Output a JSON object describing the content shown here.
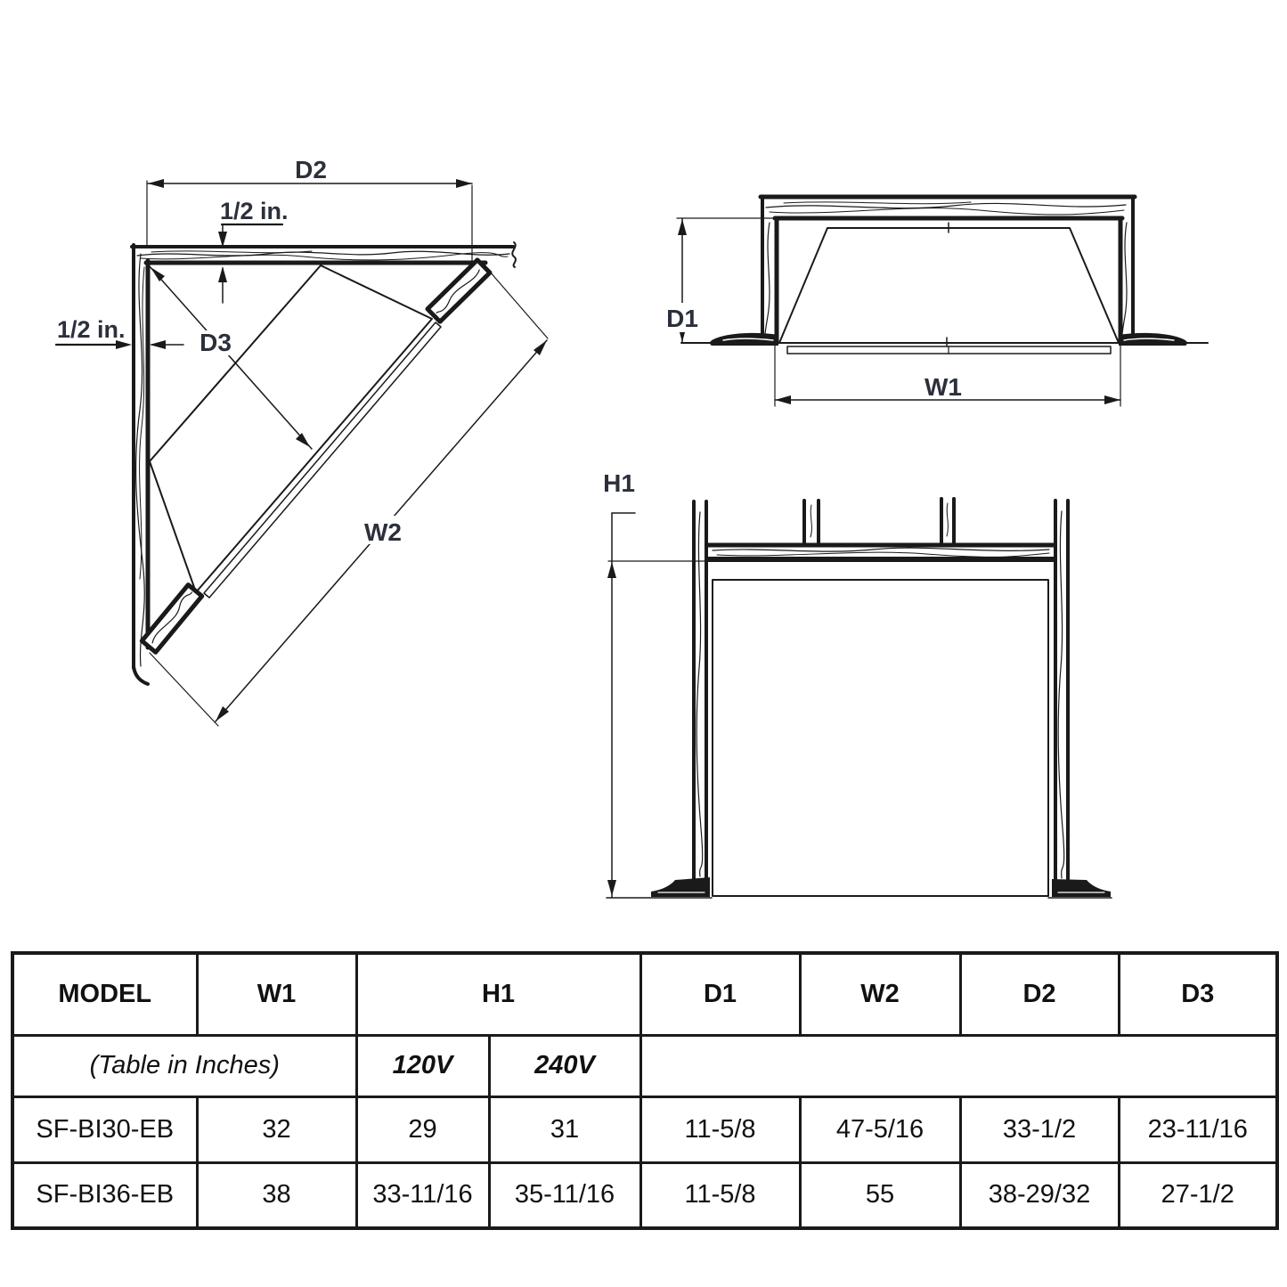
{
  "diagram": {
    "corner_view": {
      "d2": "D2",
      "d3": "D3",
      "w2": "W2",
      "top_wall_thickness": "1/2 in.",
      "side_wall_thickness": "1/2 in."
    },
    "plan_view": {
      "d1": "D1",
      "w1": "W1"
    },
    "front_view": {
      "h1": "H1"
    }
  },
  "table": {
    "columns": [
      "MODEL",
      "W1",
      "H1",
      "D1",
      "W2",
      "D2",
      "D3"
    ],
    "units_note": "(Table in Inches)",
    "voltage_variants": [
      "120V",
      "240V"
    ],
    "rows": [
      {
        "model": "SF-BI30-EB",
        "w1": "32",
        "h1_120v": "29",
        "h1_240v": "31",
        "d1": "11-5/8",
        "w2": "47-5/16",
        "d2": "33-1/2",
        "d3": "23-11/16"
      },
      {
        "model": "SF-BI36-EB",
        "w1": "38",
        "h1_120v": "33-11/16",
        "h1_240v": "35-11/16",
        "d1": "11-5/8",
        "w2": "55",
        "d2": "38-29/32",
        "d3": "27-1/2"
      }
    ]
  },
  "colors": {
    "line": "#1a1a1a",
    "label": "#2b303b",
    "table_text": "#111111",
    "background": "#ffffff"
  }
}
